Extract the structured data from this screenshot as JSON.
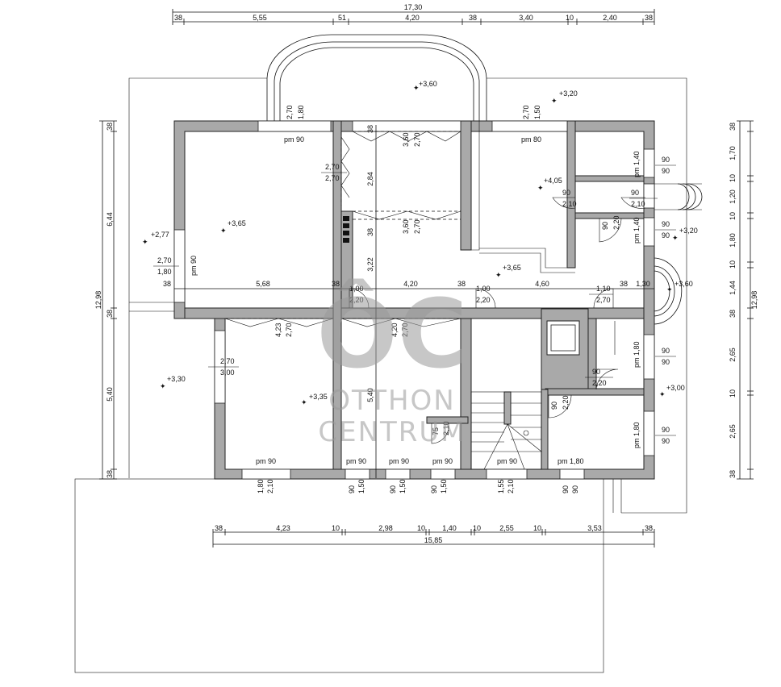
{
  "watermark": {
    "letters": "ÔC",
    "line1": "OTTHON",
    "line2": "CENTRUM"
  },
  "dims_top": [
    "17,30",
    "38",
    "5,55",
    "51",
    "4,20",
    "38",
    "3,40",
    "10",
    "2,40",
    "38"
  ],
  "dims_bottom": [
    "38",
    "4,23",
    "10",
    "2,98",
    "10",
    "1,40",
    "10",
    "2,55",
    "10",
    "3,53",
    "38",
    "15,85"
  ],
  "dims_left": [
    "12,98",
    "38",
    "6,44",
    "38",
    "5,40",
    "38"
  ],
  "dims_right": [
    "12,98",
    "38",
    "1,70",
    "10",
    "1,20",
    "10",
    "1,80",
    "10",
    "1,44",
    "38",
    "2,65",
    "10",
    "2,65",
    "38"
  ],
  "dims_mid": [
    "38",
    "5,68",
    "38",
    "4,20",
    "38",
    "4,60",
    "38",
    "1,30"
  ],
  "elevations": [
    "+3,60",
    "+3,20",
    "+2,77",
    "+3,65",
    "+4,05",
    "+3,20",
    "+3,65",
    "+3,60",
    "+3,30",
    "+3,35",
    "+3,00"
  ],
  "openings": {
    "o1": [
      "2,70",
      "1,80"
    ],
    "o2": [
      "2,70",
      "1,50"
    ],
    "o3": [
      "3,60",
      "2,70"
    ],
    "o4": [
      "3,60",
      "2,70"
    ],
    "o5": [
      "2,70",
      "2,70"
    ],
    "o6": [
      "2,84"
    ],
    "o7": [
      "3,22"
    ],
    "o8": [
      "38"
    ],
    "o9": [
      "2,70",
      "1,80"
    ],
    "o10": [
      "1,00",
      "2,20"
    ],
    "o11": [
      "1,00",
      "2,20"
    ],
    "o12": [
      "1,10",
      "2,70"
    ],
    "o13": [
      "4,23",
      "2,70"
    ],
    "o14": [
      "4,20",
      "2,70"
    ],
    "o15": [
      "2,70",
      "3,00"
    ],
    "o16": [
      "5,40"
    ],
    "o17": [
      "90",
      "2,10"
    ],
    "o18": [
      "90",
      "2,10"
    ],
    "o19": [
      "90",
      "2,20"
    ],
    "o20": [
      "90",
      "90"
    ],
    "o21": [
      "90",
      "90"
    ],
    "o22": [
      "90",
      "90"
    ],
    "o23": [
      "90",
      "90"
    ],
    "o24": [
      "90",
      "2,20"
    ],
    "o25": [
      "90",
      "2,20"
    ],
    "o26": [
      "75",
      "2,10"
    ],
    "o27": [
      "38"
    ],
    "o28": [
      "1,80",
      "2,10"
    ],
    "o29": [
      "90",
      "1,50"
    ],
    "o30": [
      "90",
      "1,50"
    ],
    "o31": [
      "90",
      "1,50"
    ],
    "o32": [
      "1,55",
      "2,10"
    ],
    "o33": [
      "90",
      "90"
    ]
  },
  "sills": [
    "pm 90",
    "pm 80",
    "pm 90",
    "pm 90",
    "pm 90",
    "pm 90",
    "pm 90",
    "pm 90",
    "pm 1,80",
    "pm 1,40",
    "pm 1,40",
    "pm 1,80",
    "pm 1,80"
  ]
}
